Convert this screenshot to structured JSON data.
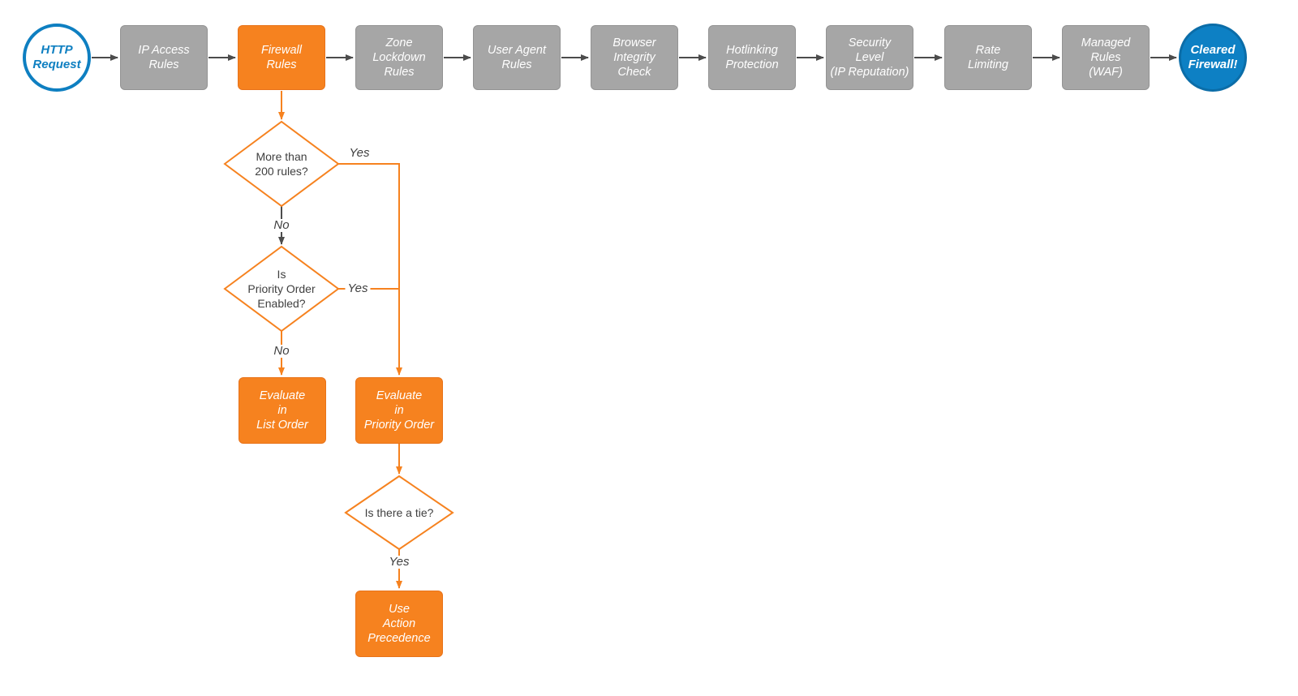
{
  "colors": {
    "orange": "#f6821f",
    "gray": "#a6a6a6",
    "blue": "#0e7fc1",
    "connector_dark": "#4c4c4c",
    "background": "#ffffff"
  },
  "start": {
    "label": "HTTP\nRequest"
  },
  "end": {
    "label": "Cleared\nFirewall!"
  },
  "pipeline": [
    {
      "label": "IP Access\nRules",
      "state": "gray"
    },
    {
      "label": "Firewall\nRules",
      "state": "orange"
    },
    {
      "label": "Zone\nLockdown\nRules",
      "state": "gray"
    },
    {
      "label": "User Agent\nRules",
      "state": "gray"
    },
    {
      "label": "Browser\nIntegrity\nCheck",
      "state": "gray"
    },
    {
      "label": "Hotlinking\nProtection",
      "state": "gray"
    },
    {
      "label": "Security\nLevel\n(IP Reputation)",
      "state": "gray"
    },
    {
      "label": "Rate\nLimiting",
      "state": "gray"
    },
    {
      "label": "Managed\nRules\n(WAF)",
      "state": "gray"
    }
  ],
  "decisions": {
    "more_than_200": {
      "label": "More than\n200 rules?"
    },
    "priority_enabled": {
      "label": "Is\nPriority Order\nEnabled?"
    },
    "tie": {
      "label": "Is there a tie?"
    }
  },
  "actions": {
    "list_order": {
      "label": "Evaluate\nin\nList Order"
    },
    "priority_order": {
      "label": "Evaluate\nin\nPriority Order"
    },
    "action_precedence": {
      "label": "Use\nAction\nPrecedence"
    }
  },
  "edge_labels": {
    "more_than_200_yes": "Yes",
    "more_than_200_no": "No",
    "priority_enabled_yes": "Yes",
    "priority_enabled_no": "No",
    "tie_yes": "Yes"
  }
}
